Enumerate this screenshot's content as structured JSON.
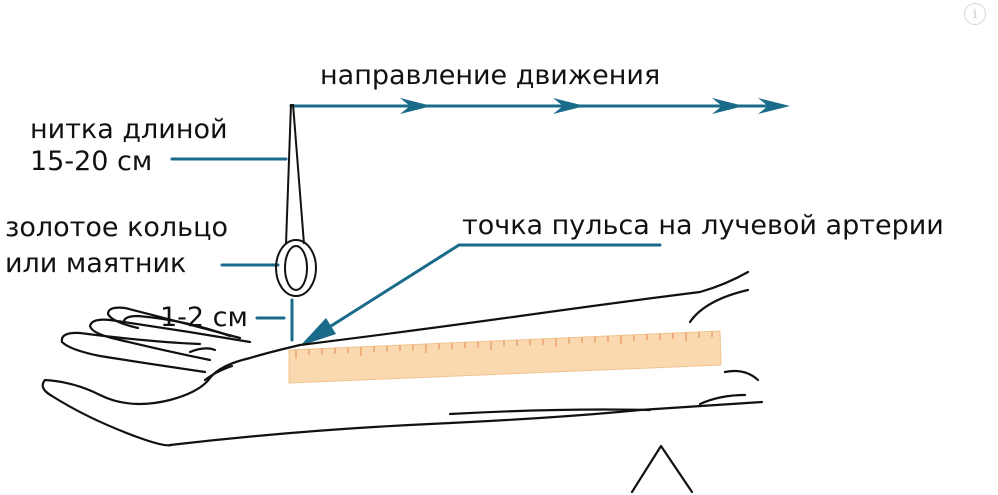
{
  "labels": {
    "direction": "направление движения",
    "thread_line1": "нитка длиной",
    "thread_line2": "15-20 см",
    "ring_line1": "золотое кольцо",
    "ring_line2": "или маятник",
    "gap": "1-2 см",
    "pulse_point": "точка пульса на лучевой артерии"
  },
  "info_icon_glyph": "i",
  "colors": {
    "leader": "#1a6a8a",
    "outline": "#111111",
    "ruler_fill": "#fbd9b0",
    "ruler_tick": "#e9a06a"
  }
}
